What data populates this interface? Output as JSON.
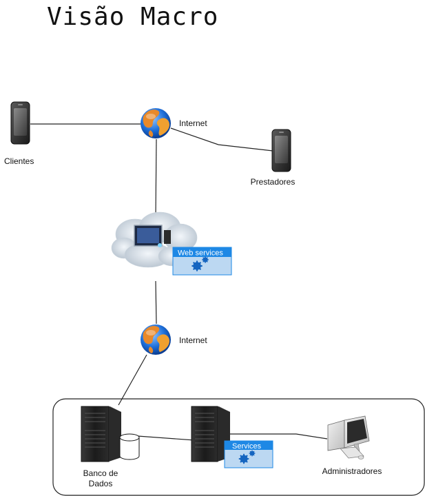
{
  "title": "Visão Macro",
  "nodes": {
    "clientes": {
      "label": "Clientes"
    },
    "prestadores": {
      "label": "Prestadores"
    },
    "internet_top": {
      "label": "Internet"
    },
    "web_services": {
      "label": "Web services"
    },
    "internet_bottom": {
      "label": "Internet"
    },
    "banco_dados": {
      "label_line1": "Banco de",
      "label_line2": "Dados"
    },
    "services": {
      "label": "Services"
    },
    "administradores": {
      "label": "Administradores"
    }
  },
  "colors": {
    "line": "#222222",
    "badge_fill": "#bcd8f2",
    "badge_header": "#1e88e5",
    "gear": "#1565c0",
    "globe_blue": "#1e6fd9",
    "globe_orange": "#e8892a"
  },
  "icons": {
    "phone": "smartphone-icon",
    "globe": "globe-icon",
    "cloud": "cloud-server-icon",
    "server": "server-tower-icon",
    "database": "database-cylinder-icon",
    "computer": "desktop-computer-icon",
    "gears": "gears-icon"
  }
}
